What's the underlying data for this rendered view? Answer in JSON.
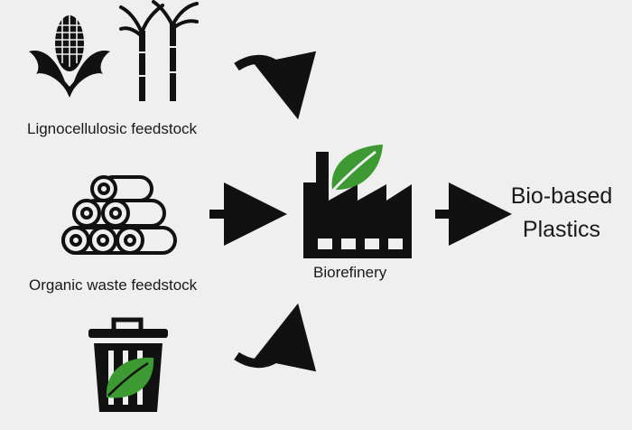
{
  "labels": {
    "lignocellulosic": "Lignocellulosic feedstock",
    "organic_waste": "Organic waste feedstock",
    "biorefinery": "Biorefinery",
    "output_line1": "Bio-based",
    "output_line2": "Plastics"
  },
  "icons": {
    "corn": "corn-icon",
    "sugarcane": "sugarcane-icon",
    "logs": "log-pile-icon",
    "trash": "trash-bin-icon",
    "factory": "factory-icon",
    "leaf": "leaf-icon"
  },
  "colors": {
    "background": "#efefef",
    "ink": "#111111",
    "leaf_green": "#3d9a33"
  }
}
